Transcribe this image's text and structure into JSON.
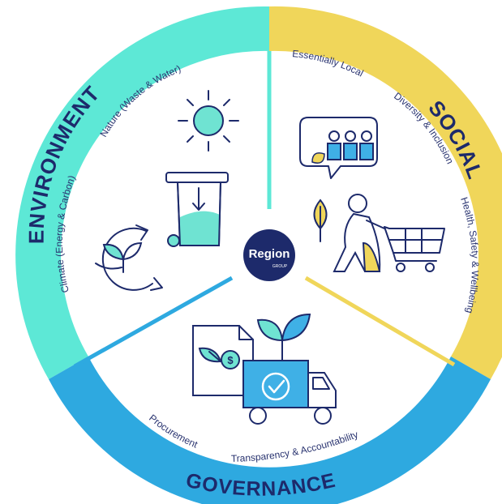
{
  "colors": {
    "environment": "#5de8d6",
    "social": "#f0d65a",
    "governance": "#2ea9e0",
    "navy": "#1d2a6b",
    "teal_fill": "#6fe3d2",
    "yellow_fill": "#f0d65a",
    "blue_fill": "#3fb0e6"
  },
  "segments": {
    "environment": {
      "title": "ENVIRONMENT",
      "items": [
        "Nature (Waste & Water)",
        "Climate (Energy & Carbon)"
      ]
    },
    "social": {
      "title": "SOCIAL",
      "items": [
        "Essentially Local",
        "Diversity & Inclusion",
        "Health, Safety & Wellbeing"
      ]
    },
    "governance": {
      "title": "GOVERNANCE",
      "items": [
        "Procurement",
        "Transparency & Accountability"
      ]
    }
  },
  "center_logo": {
    "name": "Region",
    "sub": "GROUP"
  },
  "icons": [
    "sun-icon",
    "waste-bin-icon",
    "recycle-leaf-icon",
    "community-people-icon",
    "leaf-icon",
    "shopper-trolley-icon",
    "document-dollar-icon",
    "plant-sprout-icon",
    "delivery-truck-icon"
  ]
}
